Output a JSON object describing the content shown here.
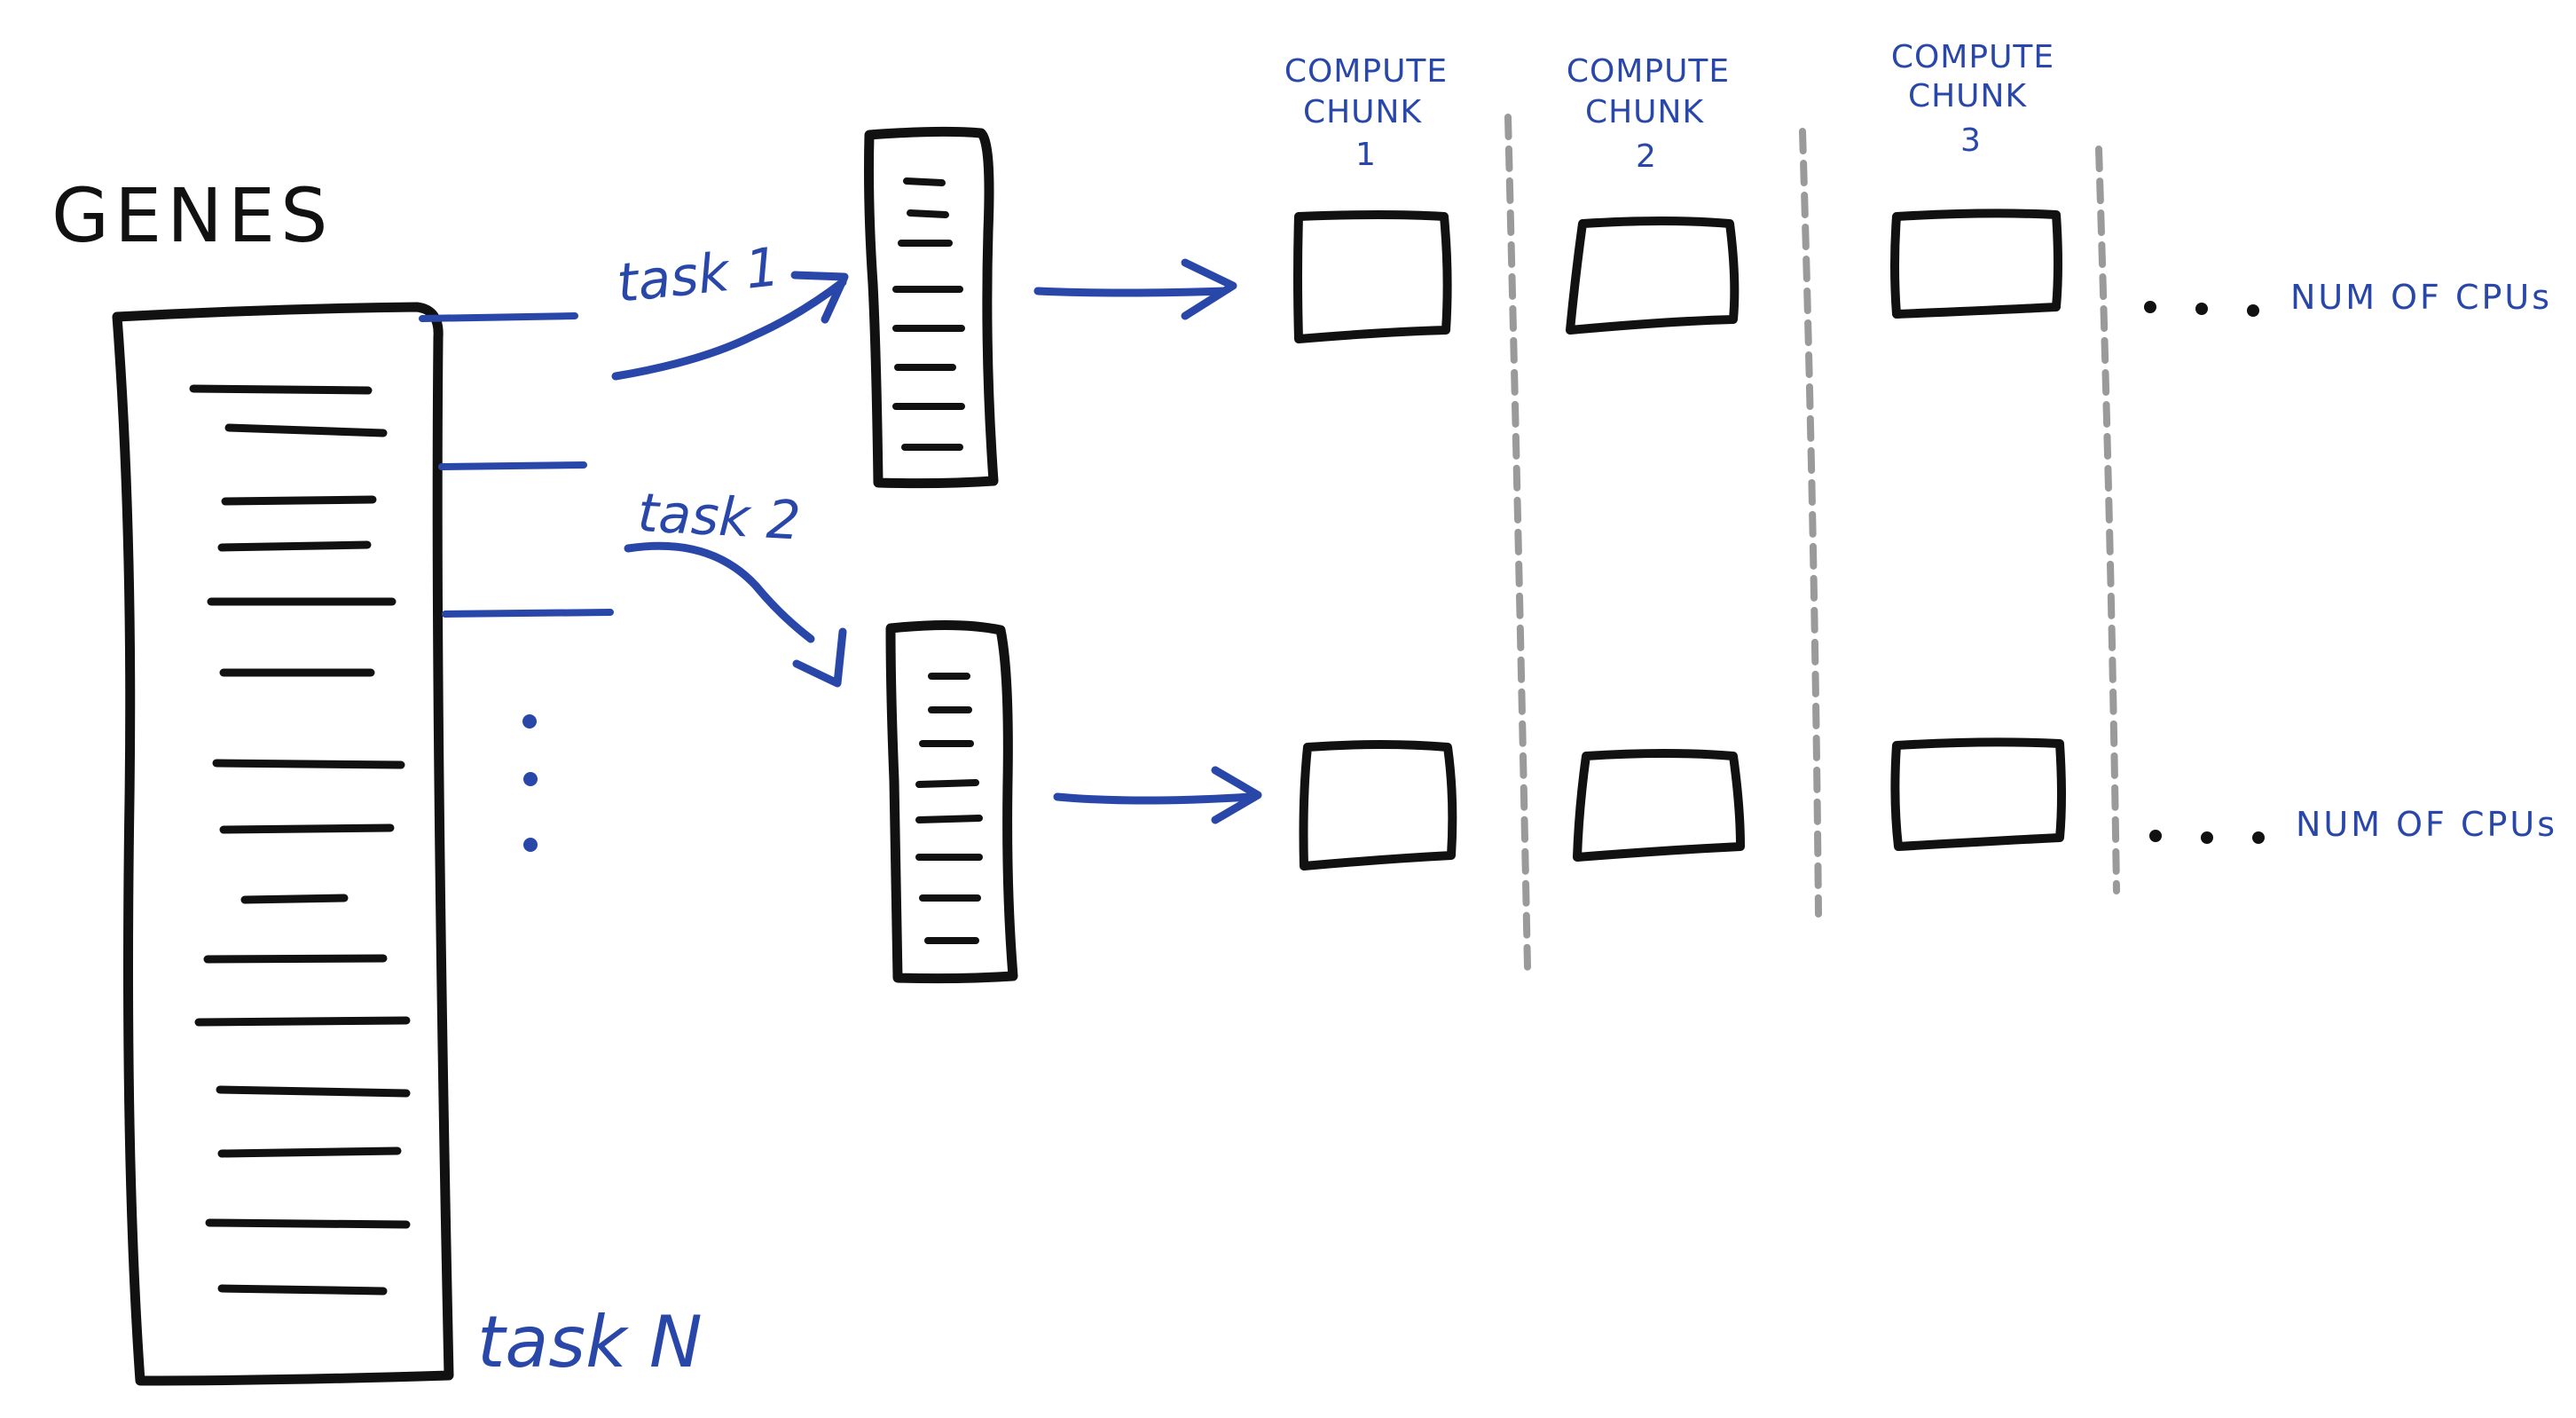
{
  "diagram": {
    "title": "GENES",
    "tasks": [
      {
        "label": "task 1"
      },
      {
        "label": "task 2"
      },
      {
        "label": "task N"
      }
    ],
    "chunks": [
      {
        "line1": "COMPUTE",
        "line2": "CHUNK",
        "number": "1"
      },
      {
        "line1": "COMPUTE",
        "line2": "CHUNK",
        "number": "2"
      },
      {
        "line1": "COMPUTE",
        "line2": "CHUNK",
        "number": "3"
      }
    ],
    "row_suffixes": [
      {
        "label": "NUM OF CPUs"
      },
      {
        "label": "NUM OF CPUs"
      }
    ],
    "colors": {
      "ink": "#111111",
      "accent": "#2947a9",
      "divider": "#9a9a9a"
    }
  }
}
